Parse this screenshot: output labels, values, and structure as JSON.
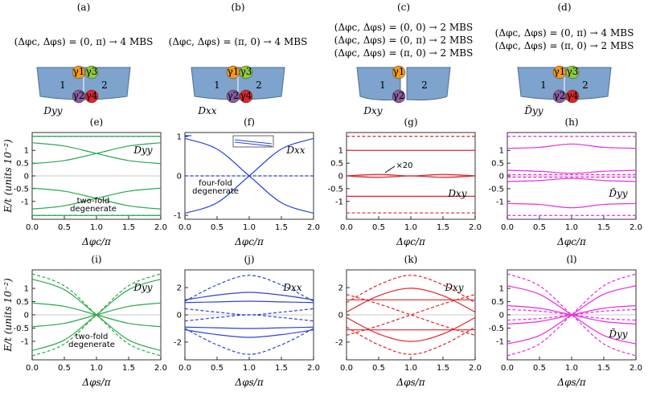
{
  "colors": {
    "green": "#2ca84a",
    "blue": "#2a44d8",
    "red": "#e0242a",
    "magenta": "#e82ce0",
    "zero_line": "#b8b8b8",
    "block": "#7ea3cc",
    "orange": "#f29a1e",
    "lime": "#8fcb3c",
    "purple": "#8a5ca0",
    "crimson": "#d9262a"
  },
  "top_panels": [
    {
      "label": "(a)",
      "lines": [
        "(Δφc, Δφs) = (0, π) → 4 MBS"
      ],
      "device_label": "Dyy",
      "block_labels": [
        "1",
        "2"
      ],
      "mbs": [
        "γ1",
        "γ3",
        "γ2",
        "γ4"
      ],
      "gap": false
    },
    {
      "label": "(b)",
      "lines": [
        "(Δφc, Δφs) = (π, 0) → 4 MBS"
      ],
      "device_label": "Dxx",
      "block_labels": [
        "1",
        "2"
      ],
      "mbs": [
        "γ1",
        "γ3",
        "γ2",
        "γ4"
      ],
      "gap": false
    },
    {
      "label": "(c)",
      "lines": [
        "(Δφc, Δφs) = (0, 0) → 2 MBS",
        "(Δφc, Δφs) = (0, π) → 2 MBS",
        "(Δφc, Δφs) = (π, 0) → 2 MBS"
      ],
      "device_label": "Dxy",
      "block_labels": [
        "1",
        "2"
      ],
      "mbs": [
        "γ1",
        "γ2"
      ],
      "gap": true
    },
    {
      "label": "(d)",
      "lines": [
        "(Δφc, Δφs) = (0, π) → 4 MBS",
        "(Δφc, Δφs) = (π, 0) → 2 MBS"
      ],
      "device_label": "D̃yy",
      "block_labels": [
        "1",
        "2"
      ],
      "mbs": [
        "γ1",
        "γ3",
        "γ2",
        "γ4"
      ],
      "gap": false
    }
  ],
  "y_axis_label": "E/t (units 10⁻²)",
  "chart_data": [
    {
      "panel": "(e)",
      "type": "line",
      "color": "green",
      "xlabel": "Δφc/π",
      "ylabel": "E/t (units 10⁻²)",
      "xlim": [
        0,
        2
      ],
      "ylim": [
        -1.7,
        1.7
      ],
      "yticks": [
        -1,
        -0.5,
        0,
        0.5,
        1
      ],
      "xticks": [
        0,
        0.5,
        1,
        1.5,
        2
      ],
      "legend_label": "Dyy",
      "annotations": [
        "two-fold",
        "degenerate"
      ],
      "series": [
        {
          "values": "solid",
          "x": [
            0,
            0.5,
            1,
            1.5,
            2
          ],
          "y": [
            1.3,
            1.17,
            0.88,
            0.6,
            0.48
          ]
        },
        {
          "values": "solid",
          "x": [
            0,
            0.5,
            1,
            1.5,
            2
          ],
          "y": [
            0.48,
            0.6,
            0.88,
            1.17,
            1.3
          ]
        },
        {
          "values": "solid",
          "x": [
            0,
            0.5,
            1,
            1.5,
            2
          ],
          "y": [
            -0.48,
            -0.6,
            -0.88,
            -1.17,
            -1.3
          ]
        },
        {
          "values": "solid",
          "x": [
            0,
            0.5,
            1,
            1.5,
            2
          ],
          "y": [
            -1.3,
            -1.17,
            -0.88,
            -0.6,
            -0.48
          ]
        },
        {
          "values": "dashed",
          "x": [
            0,
            2
          ],
          "y": [
            1.55,
            1.55
          ]
        },
        {
          "values": "dashed",
          "x": [
            0,
            2
          ],
          "y": [
            -1.55,
            -1.55
          ]
        },
        {
          "values": "solid",
          "x": [
            0,
            2
          ],
          "y": [
            1.55,
            1.55
          ]
        },
        {
          "values": "solid",
          "x": [
            0,
            2
          ],
          "y": [
            -1.55,
            -1.55
          ]
        }
      ]
    },
    {
      "panel": "(f)",
      "type": "line",
      "color": "blue",
      "xlabel": "Δφc/π",
      "xlim": [
        0,
        2
      ],
      "ylim": [
        -1.1,
        1.1
      ],
      "yticks": [
        -1,
        0,
        1
      ],
      "xticks": [
        0,
        0.5,
        1,
        1.5,
        2
      ],
      "legend_label": "Dxx",
      "annotations": [
        "four-fold",
        "degenerate"
      ],
      "series": [
        {
          "values": "solid",
          "x": [
            0,
            0.5,
            1,
            1.5,
            2
          ],
          "y": [
            0.95,
            0.68,
            0.0,
            -0.68,
            -0.95
          ]
        },
        {
          "values": "solid",
          "x": [
            0,
            0.5,
            1,
            1.5,
            2
          ],
          "y": [
            -0.95,
            -0.68,
            0.0,
            0.68,
            0.95
          ]
        },
        {
          "values": "solid",
          "x": [
            0,
            0.1
          ],
          "y": [
            1.02,
            1.02
          ]
        },
        {
          "values": "dashed",
          "x": [
            0,
            2
          ],
          "y": [
            0,
            0
          ]
        }
      ]
    },
    {
      "panel": "(g)",
      "type": "line",
      "color": "red",
      "xlabel": "Δφc/π",
      "xlim": [
        0,
        2
      ],
      "ylim": [
        -1.7,
        1.7
      ],
      "yticks": [
        -1,
        -0.5,
        0,
        0.5,
        1
      ],
      "xticks": [
        0,
        0.5,
        1,
        1.5,
        2
      ],
      "legend_label": "Dxy",
      "annotations": [
        "×20"
      ],
      "series": [
        {
          "values": "dashed",
          "x": [
            0,
            2
          ],
          "y": [
            1.55,
            1.55
          ]
        },
        {
          "values": "solid",
          "x": [
            0,
            2
          ],
          "y": [
            1.0,
            1.0
          ]
        },
        {
          "values": "solid",
          "x": [
            0,
            2
          ],
          "y": [
            -0.8,
            -0.8
          ]
        },
        {
          "values": "dashed",
          "x": [
            0,
            2
          ],
          "y": [
            -1.45,
            -1.45
          ]
        },
        {
          "values": "solid",
          "x": [
            0,
            0.5,
            1,
            1.5,
            2
          ],
          "y": [
            0,
            0.06,
            0,
            0.06,
            0
          ]
        },
        {
          "values": "solid",
          "x": [
            0,
            0.5,
            1,
            1.5,
            2
          ],
          "y": [
            0,
            -0.06,
            0,
            -0.06,
            0
          ]
        }
      ]
    },
    {
      "panel": "(h)",
      "type": "line",
      "color": "magenta",
      "xlabel": "Δφc/π",
      "xlim": [
        0,
        2
      ],
      "ylim": [
        -1.7,
        1.7
      ],
      "yticks": [
        -1,
        -0.5,
        0,
        0.5,
        1
      ],
      "xticks": [
        0,
        0.5,
        1,
        1.5,
        2
      ],
      "legend_label": "D̃yy",
      "series": [
        {
          "values": "dashed",
          "x": [
            0,
            2
          ],
          "y": [
            1.55,
            1.55
          ]
        },
        {
          "values": "solid",
          "x": [
            0,
            0.5,
            1,
            1.5,
            2
          ],
          "y": [
            1.08,
            1.12,
            1.25,
            1.12,
            1.08
          ]
        },
        {
          "values": "solid",
          "x": [
            0,
            0.5,
            1,
            1.5,
            2
          ],
          "y": [
            0.22,
            0.18,
            0.1,
            0.18,
            0.22
          ]
        },
        {
          "values": "dashed",
          "x": [
            0,
            2
          ],
          "y": [
            0.05,
            0.05
          ]
        },
        {
          "values": "dashed",
          "x": [
            0,
            2
          ],
          "y": [
            -0.05,
            -0.05
          ]
        },
        {
          "values": "solid",
          "x": [
            0,
            0.5,
            1,
            1.5,
            2
          ],
          "y": [
            -0.22,
            -0.18,
            -0.1,
            -0.18,
            -0.22
          ]
        },
        {
          "values": "solid",
          "x": [
            0,
            0.5,
            1,
            1.5,
            2
          ],
          "y": [
            -1.08,
            -1.12,
            -1.25,
            -1.12,
            -1.08
          ]
        },
        {
          "values": "dashed",
          "x": [
            0,
            2
          ],
          "y": [
            -1.55,
            -1.55
          ]
        }
      ]
    },
    {
      "panel": "(i)",
      "type": "line",
      "color": "green",
      "xlabel": "Δφs/π",
      "xlim": [
        0,
        2
      ],
      "ylim": [
        -1.7,
        1.7
      ],
      "yticks": [
        -1,
        -0.5,
        0,
        0.5,
        1
      ],
      "xticks": [
        0,
        0.5,
        1,
        1.5,
        2
      ],
      "legend_label": "Dyy",
      "annotations": [
        "two-fold",
        "degenerate"
      ],
      "series": [
        {
          "values": "dashed",
          "x": [
            0,
            0.5,
            1,
            1.5,
            2
          ],
          "y": [
            1.55,
            1.1,
            0,
            -1.1,
            -1.55
          ]
        },
        {
          "values": "dashed",
          "x": [
            0,
            0.5,
            1,
            1.5,
            2
          ],
          "y": [
            -1.55,
            -1.1,
            0,
            1.1,
            1.55
          ]
        },
        {
          "values": "solid",
          "x": [
            0,
            0.5,
            1,
            1.5,
            2
          ],
          "y": [
            1.35,
            0.95,
            0,
            -0.95,
            -1.35
          ]
        },
        {
          "values": "solid",
          "x": [
            0,
            0.5,
            1,
            1.5,
            2
          ],
          "y": [
            -1.35,
            -0.95,
            0,
            0.95,
            1.35
          ]
        },
        {
          "values": "solid",
          "x": [
            0,
            0.5,
            1,
            1.5,
            2
          ],
          "y": [
            0.45,
            0.32,
            0,
            -0.32,
            -0.45
          ]
        },
        {
          "values": "solid",
          "x": [
            0,
            0.5,
            1,
            1.5,
            2
          ],
          "y": [
            -0.45,
            -0.32,
            0,
            0.32,
            0.45
          ]
        }
      ]
    },
    {
      "panel": "(j)",
      "type": "line",
      "color": "blue",
      "xlabel": "Δφs/π",
      "xlim": [
        0,
        2
      ],
      "ylim": [
        -3.3,
        3.3
      ],
      "yticks": [
        -2,
        0,
        2
      ],
      "xticks": [
        0,
        0.5,
        1,
        1.5,
        2
      ],
      "legend_label": "Dxx",
      "series": [
        {
          "values": "dashed",
          "x": [
            0,
            0.5,
            1,
            1.5,
            2
          ],
          "y": [
            1.0,
            2.2,
            2.9,
            2.2,
            1.0
          ]
        },
        {
          "values": "dashed",
          "x": [
            0,
            0.5,
            1,
            1.5,
            2
          ],
          "y": [
            -1.0,
            -2.2,
            -2.9,
            -2.2,
            -1.0
          ]
        },
        {
          "values": "solid",
          "x": [
            0,
            0.5,
            1,
            1.5,
            2
          ],
          "y": [
            1.1,
            1.45,
            1.65,
            1.45,
            1.1
          ]
        },
        {
          "values": "solid",
          "x": [
            0,
            0.5,
            1,
            1.5,
            2
          ],
          "y": [
            -1.1,
            -1.45,
            -1.65,
            -1.45,
            -1.1
          ]
        },
        {
          "values": "solid",
          "x": [
            0,
            0.5,
            1,
            1.5,
            2
          ],
          "y": [
            0.9,
            0.95,
            1.0,
            0.95,
            0.9
          ]
        },
        {
          "values": "solid",
          "x": [
            0,
            0.5,
            1,
            1.5,
            2
          ],
          "y": [
            -0.9,
            -0.95,
            -1.0,
            -0.95,
            -0.9
          ]
        },
        {
          "values": "dashed",
          "x": [
            0,
            0.5,
            1,
            1.5,
            2
          ],
          "y": [
            0.45,
            0.2,
            0,
            0.2,
            0.45
          ]
        },
        {
          "values": "dashed",
          "x": [
            0,
            0.5,
            1,
            1.5,
            2
          ],
          "y": [
            -0.45,
            -0.2,
            0,
            -0.2,
            -0.45
          ]
        }
      ]
    },
    {
      "panel": "(k)",
      "type": "line",
      "color": "red",
      "xlabel": "Δφs/π",
      "xlim": [
        0,
        2
      ],
      "ylim": [
        -3.3,
        3.3
      ],
      "yticks": [
        -2,
        0,
        2
      ],
      "xticks": [
        0,
        0.5,
        1,
        1.5,
        2
      ],
      "legend_label": "Dxy",
      "series": [
        {
          "values": "dashed",
          "x": [
            0,
            0.5,
            1,
            1.5,
            2
          ],
          "y": [
            0.9,
            2.2,
            2.9,
            2.2,
            0.9
          ]
        },
        {
          "values": "dashed",
          "x": [
            0,
            0.5,
            1,
            1.5,
            2
          ],
          "y": [
            -0.9,
            -2.2,
            -2.9,
            -2.2,
            -0.9
          ]
        },
        {
          "values": "solid",
          "x": [
            0,
            0.5,
            1,
            1.5,
            2
          ],
          "y": [
            0.2,
            1.4,
            1.95,
            1.4,
            0.2
          ]
        },
        {
          "values": "solid",
          "x": [
            0,
            0.5,
            1,
            1.5,
            2
          ],
          "y": [
            -0.2,
            -1.4,
            -1.95,
            -1.4,
            -0.2
          ]
        },
        {
          "values": "solid",
          "x": [
            0,
            2
          ],
          "y": [
            1.1,
            1.1
          ]
        },
        {
          "values": "solid",
          "x": [
            0,
            2
          ],
          "y": [
            -1.1,
            -1.1
          ]
        },
        {
          "values": "dashed",
          "x": [
            0,
            0.5,
            1,
            1.5,
            2
          ],
          "y": [
            1.5,
            0.8,
            0,
            -0.8,
            -1.5
          ]
        },
        {
          "values": "dashed",
          "x": [
            0,
            0.5,
            1,
            1.5,
            2
          ],
          "y": [
            -1.5,
            -0.8,
            0,
            0.8,
            1.5
          ]
        }
      ]
    },
    {
      "panel": "(l)",
      "type": "line",
      "color": "magenta",
      "xlabel": "Δφs/π",
      "xlim": [
        0,
        2
      ],
      "ylim": [
        -1.7,
        1.7
      ],
      "yticks": [
        -1,
        -0.5,
        0,
        0.5,
        1
      ],
      "xticks": [
        0,
        0.5,
        1,
        1.5,
        2
      ],
      "legend_label": "D̃yy",
      "series": [
        {
          "values": "dashed",
          "x": [
            0,
            0.5,
            1,
            1.5,
            2
          ],
          "y": [
            1.55,
            1.1,
            0,
            -1.1,
            -1.55
          ]
        },
        {
          "values": "dashed",
          "x": [
            0,
            0.5,
            1,
            1.5,
            2
          ],
          "y": [
            -1.55,
            -1.1,
            0,
            1.1,
            1.55
          ]
        },
        {
          "values": "solid",
          "x": [
            0,
            0.5,
            1,
            1.5,
            2
          ],
          "y": [
            1.1,
            0.78,
            0,
            -0.78,
            -1.1
          ]
        },
        {
          "values": "solid",
          "x": [
            0,
            0.5,
            1,
            1.5,
            2
          ],
          "y": [
            -1.1,
            -0.78,
            0,
            0.78,
            1.1
          ]
        },
        {
          "values": "solid",
          "x": [
            0,
            0.5,
            1,
            1.5,
            2
          ],
          "y": [
            0.35,
            0.25,
            0,
            -0.25,
            -0.35
          ]
        },
        {
          "values": "solid",
          "x": [
            0,
            0.5,
            1,
            1.5,
            2
          ],
          "y": [
            -0.35,
            -0.25,
            0,
            0.25,
            0.35
          ]
        },
        {
          "values": "dashed",
          "x": [
            0,
            0.5,
            1,
            1.5,
            2
          ],
          "y": [
            0.2,
            0.14,
            0,
            -0.14,
            -0.2
          ]
        },
        {
          "values": "dashed",
          "x": [
            0,
            0.5,
            1,
            1.5,
            2
          ],
          "y": [
            -0.2,
            -0.14,
            0,
            0.14,
            0.2
          ]
        }
      ]
    }
  ]
}
